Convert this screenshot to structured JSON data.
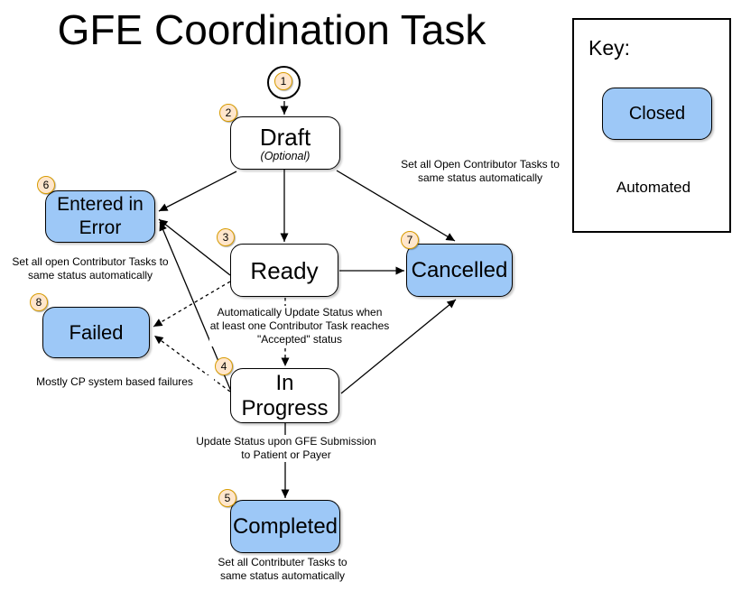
{
  "title": "GFE Coordination Task",
  "key": {
    "heading": "Key:",
    "closed_label": "Closed",
    "automated_label": "Automated"
  },
  "states": {
    "start": {
      "badge": "1"
    },
    "draft": {
      "badge": "2",
      "label": "Draft",
      "sublabel": "(Optional)"
    },
    "ready": {
      "badge": "3",
      "label": "Ready"
    },
    "in_progress": {
      "badge": "4",
      "label": "In\nProgress"
    },
    "completed": {
      "badge": "5",
      "label": "Completed"
    },
    "entered_in_error": {
      "badge": "6",
      "label": "Entered in\nError"
    },
    "cancelled": {
      "badge": "7",
      "label": "Cancelled"
    },
    "failed": {
      "badge": "8",
      "label": "Failed"
    }
  },
  "annotations": {
    "draft_to_cancelled": "Set all Open Contributor Tasks to\nsame status automatically",
    "entered_in_error_note": "Set all open Contributor Tasks to\nsame status automatically",
    "failed_note": "Mostly CP system based failures",
    "ready_to_in_progress": "Automatically Update Status when\nat least one Contributor Task reaches\n\"Accepted\" status",
    "in_progress_to_completed": "Update Status upon GFE Submission\nto Patient or Payer",
    "completed_note": "Set all Contributer Tasks to\nsame status automatically"
  },
  "colors": {
    "closed_fill": "#9DC8F7",
    "open_fill": "#FFFFFF",
    "badge_fill": "#FFE6CC",
    "badge_border": "#D79B00",
    "line": "#000000"
  }
}
